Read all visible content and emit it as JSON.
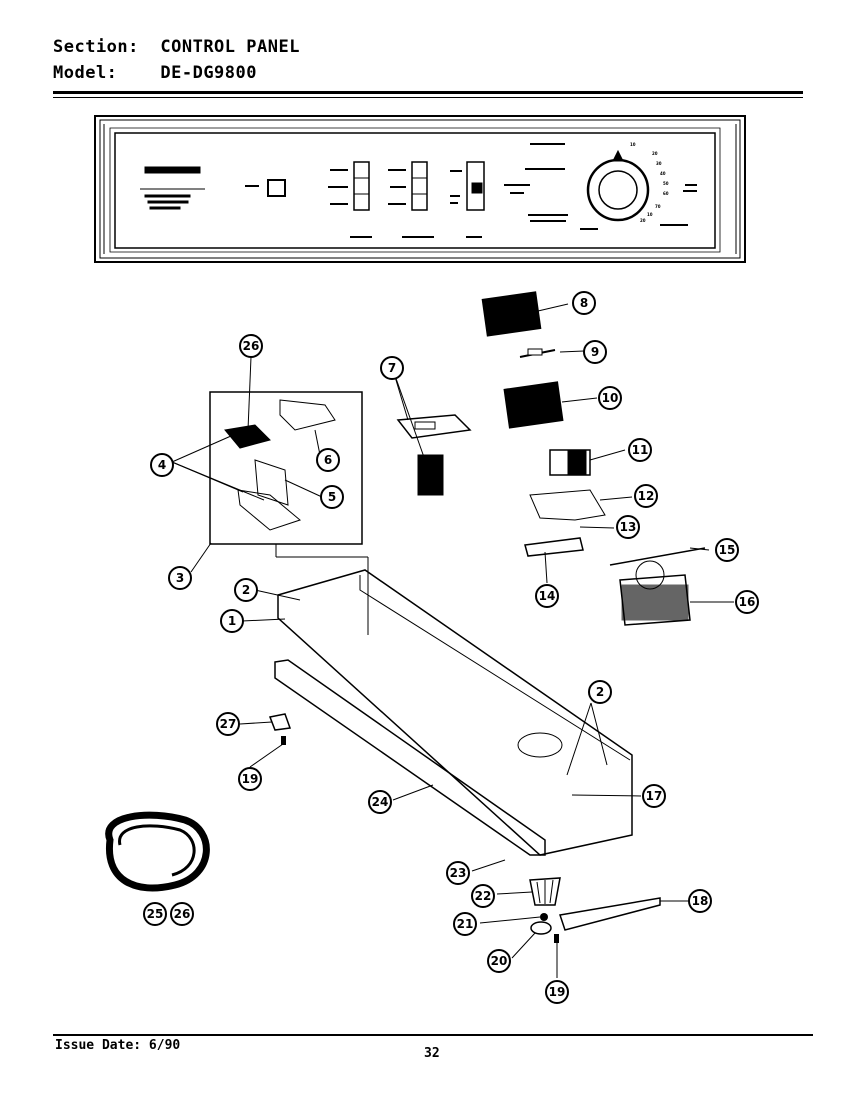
{
  "header": {
    "section_label": "Section:",
    "section_value": "CONTROL PANEL",
    "model_label": "Model:",
    "model_value": "DE-DG9800"
  },
  "footer": {
    "issue_date": "Issue Date: 6/90",
    "page_number": "32"
  },
  "dial_numbers": [
    "10",
    "20",
    "30",
    "40",
    "50",
    "60",
    "70",
    "10",
    "20"
  ],
  "callouts": [
    "1",
    "2",
    "2",
    "3",
    "4",
    "5",
    "6",
    "7",
    "8",
    "9",
    "10",
    "11",
    "12",
    "13",
    "14",
    "15",
    "16",
    "17",
    "18",
    "19",
    "19",
    "20",
    "21",
    "22",
    "23",
    "24",
    "25",
    "26",
    "26",
    "27"
  ]
}
